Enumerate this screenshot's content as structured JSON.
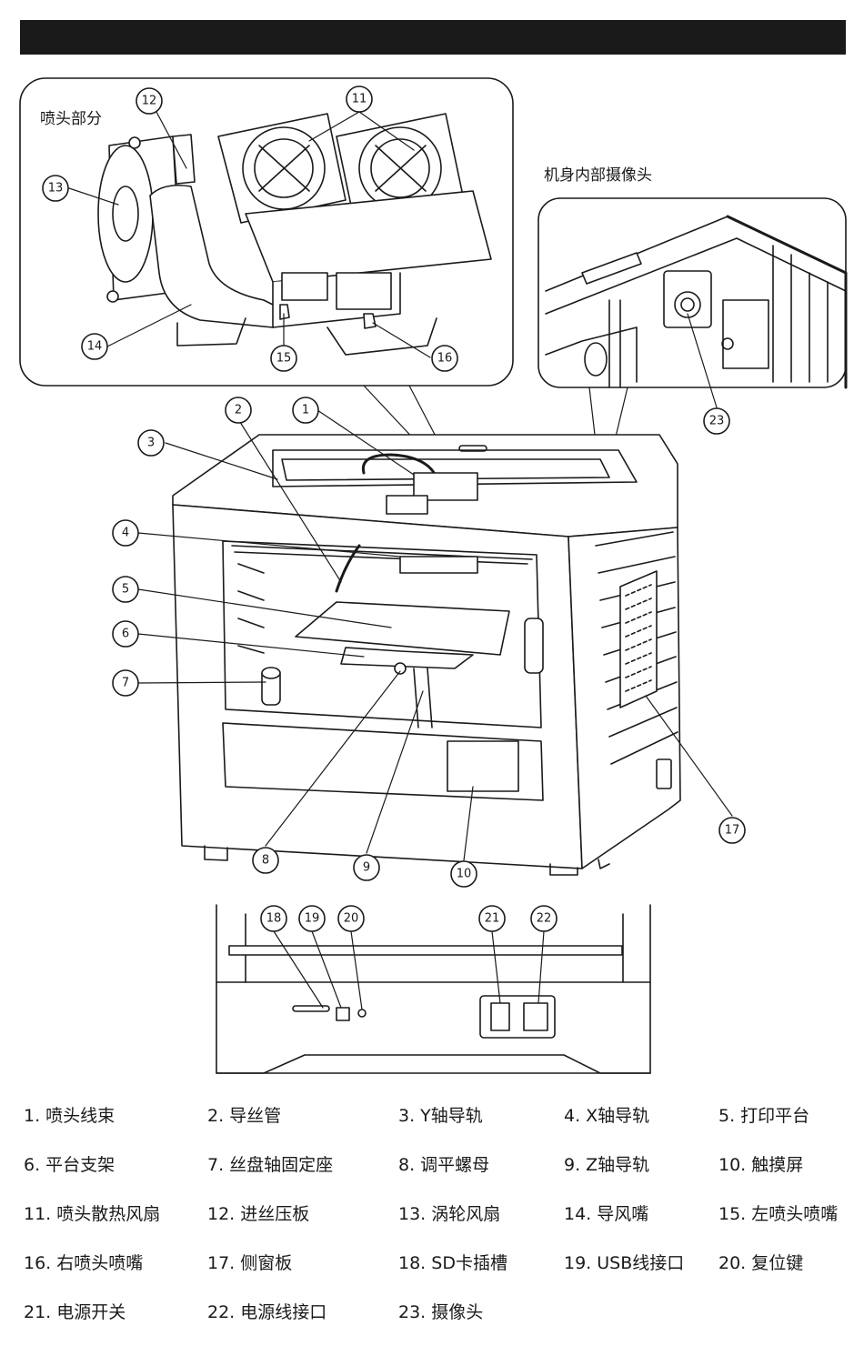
{
  "insets": {
    "nozzle_title": "喷头部分",
    "camera_title": "机身内部摄像头"
  },
  "callouts": [
    "1",
    "2",
    "3",
    "4",
    "5",
    "6",
    "7",
    "8",
    "9",
    "10",
    "11",
    "12",
    "13",
    "14",
    "15",
    "16",
    "17",
    "18",
    "19",
    "20",
    "21",
    "22",
    "23"
  ],
  "legend": [
    "1. 喷头线束",
    "2. 导丝管",
    "3. Y轴导轨",
    "4. X轴导轨",
    "5. 打印平台",
    "6. 平台支架",
    "7. 丝盘轴固定座",
    "8. 调平螺母",
    "9. Z轴导轨",
    "10. 触摸屏",
    "11. 喷头散热风扇",
    "12. 进丝压板",
    "13. 涡轮风扇",
    "14. 导风嘴",
    "15. 左喷头喷嘴",
    "16. 右喷头喷嘴",
    "17. 侧窗板",
    "18. SD卡插槽",
    "19. USB线接口",
    "20. 复位键",
    "21. 电源开关",
    "22. 电源线接口",
    "23. 摄像头"
  ]
}
